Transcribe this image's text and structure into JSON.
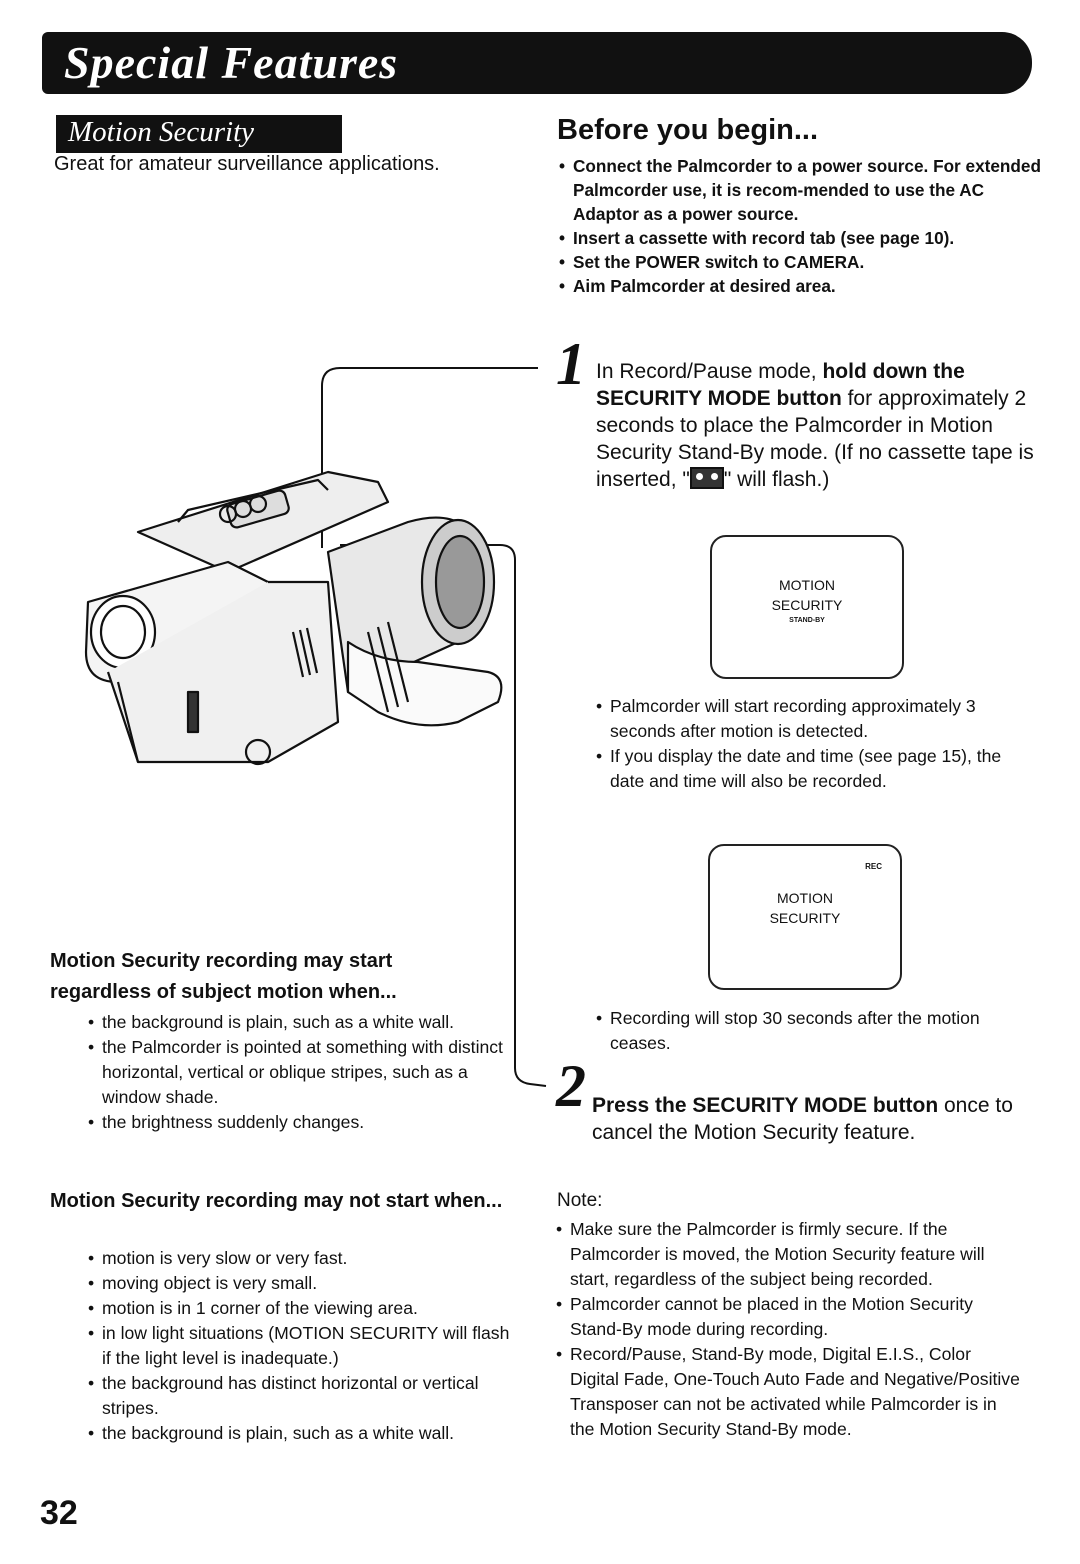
{
  "header": {
    "title": "Special Features"
  },
  "section": {
    "title": "Motion Security",
    "intro": "Great for amateur surveillance applications."
  },
  "before": {
    "title": "Before you begin...",
    "items": [
      "Connect the Palmcorder to a power source. For extended Palmcorder use, it is recom-mended to use the AC Adaptor as a power source.",
      "Insert a cassette with record tab (see page 10).",
      "Set the POWER switch to CAMERA.",
      "Aim Palmcorder at desired area."
    ]
  },
  "step1": {
    "number": "1",
    "lead": "In Record/Pause mode, ",
    "bold": "hold down the SECURITY MODE button",
    "text": " for approximately 2 seconds to place the Palmcorder in Motion Security Stand-By mode. (If no cassette tape is inserted, \"",
    "tail": "\" will flash.)"
  },
  "display1": {
    "line1": "MOTION",
    "line2": "SECURITY",
    "line3": "STAND-BY"
  },
  "step1_notes": [
    "Palmcorder will start recording approximately 3 seconds after motion is detected.",
    "If you display the date and time (see page 15), the date and time will also be recorded."
  ],
  "display2": {
    "rec": "REC",
    "line1": "MOTION",
    "line2": "SECURITY"
  },
  "step1_stop": "Recording will stop 30 seconds after the motion ceases.",
  "step2": {
    "number": "2",
    "bold": "Press the SECURITY MODE button",
    "text": " once to cancel the Motion Security feature."
  },
  "note": {
    "label": "Note:",
    "items": [
      "Make sure the Palmcorder is firmly secure. If the Palmcorder is moved, the Motion Security feature will start, regardless of the subject being recorded.",
      "Palmcorder cannot be placed in the Motion Security Stand-By mode during recording.",
      "Record/Pause, Stand-By mode, Digital E.I.S., Color Digital Fade, One-Touch Auto Fade and Negative/Positive Transposer can not be activated while Palmcorder is in the Motion Security Stand-By mode."
    ]
  },
  "may_start": {
    "heading": "Motion Security recording may start regardless of subject motion when...",
    "items": [
      "the background is plain, such as a white wall.",
      "the Palmcorder is pointed at something with distinct horizontal, vertical or oblique stripes, such as a window shade.",
      "the brightness suddenly changes."
    ]
  },
  "may_not_start": {
    "heading": "Motion Security recording may not start when...",
    "items": [
      "motion is very slow or very fast.",
      "moving object is very small.",
      "motion is in 1 corner of the viewing area.",
      "in low light situations (MOTION SECURITY will flash if the light level is inadequate.)",
      "the background has distinct horizontal or vertical stripes.",
      "the background is plain, such as a white wall."
    ]
  },
  "page_number": "32",
  "icons": {
    "tape": "cassette-icon",
    "camera": "camcorder-illustration"
  }
}
